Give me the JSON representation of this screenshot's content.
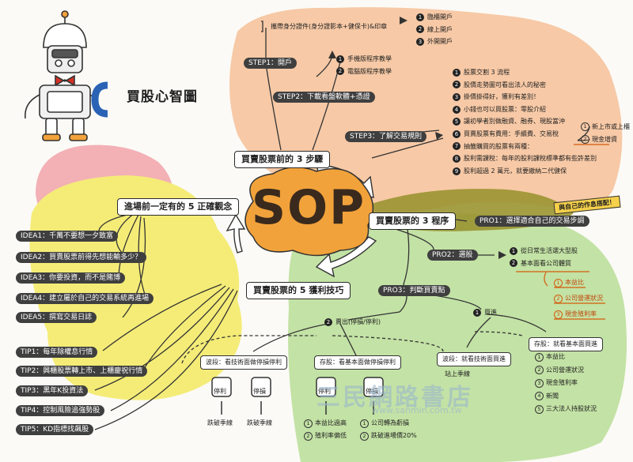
{
  "title": "買股心智圖",
  "center_label": "SOP",
  "branches": {
    "three_steps": "買賣股票前的 3 步驟",
    "three_procedures": "買賣股票的 3 程序",
    "five_concepts": "進場前一定有的 5 正確觀念",
    "five_tips": "買賣股票的 5 獲利技巧"
  },
  "step1": {
    "label": "STEP1：開戶",
    "bring": "攜帶身分證件(身分證影本+健保卡)&印章",
    "options": [
      "臨櫃開戶",
      "線上開戶",
      "外開開戶"
    ]
  },
  "step2": {
    "label": "STEP2：下載看盤軟體+憑證",
    "items": [
      "手機版程序教學",
      "電腦版程序教學"
    ]
  },
  "step3": {
    "label": "STEP3：了解交易規則",
    "items": [
      "股票交割 3 流程",
      "股價走勢圖可看出法人的秘密",
      "掛價掛得好，獲利有差別！",
      "小錢也可以買股票：零股介紹",
      "讓初學者別做融資、融券、現股當沖",
      "買賣股票有費用：手續費、交易稅",
      "抽籤購買的股票有兩種：",
      "股利需課稅：每年的股利課稅標準都有些許差別",
      "股利超過 2 萬元，就要繳納二代健保"
    ],
    "lottery_types": [
      "新上市或上櫃",
      "現金增資"
    ]
  },
  "pro1": {
    "label": "PRO1：選擇適合自己的交易步調",
    "tag": "與自己的作息搭配！"
  },
  "pro2": {
    "label": "PRO2：選股",
    "items": [
      "從日常生活選大型股",
      "基本面看公司體質"
    ],
    "fundamentals": [
      "本益比",
      "公司營運狀況",
      "現金殖利率"
    ]
  },
  "pro3": {
    "label": "PRO3：判斷買賣點",
    "sell": "賣出(停損/停利)",
    "buy": "買進",
    "sell_tech": {
      "title": "波段：看技術面做停損停利",
      "take_profit": "停利",
      "stop_loss": "停損",
      "break1": "跌破季線",
      "break2": "跌破季線"
    },
    "sell_fund": {
      "title": "存股：看基本面做停損停利",
      "take_profit": "停利",
      "stop_loss": "停損",
      "items": [
        "本益比過高",
        "公司轉為虧損",
        "殖利率偏低",
        "跌破進場價20%"
      ]
    },
    "buy_tech": {
      "title": "波段：就看技術面買進",
      "note": "站上季線"
    },
    "buy_fund": {
      "title": "存股：就看基本面買進",
      "items": [
        "本益比",
        "公司營運狀況",
        "現金殖利率",
        "新聞",
        "三大法人持股狀況"
      ]
    }
  },
  "ideas": [
    "IDEA1：千萬不要想一夕致富",
    "IDEA2：買賣股票前得先想能輸多少？",
    "IDEA3：你要投資，而不是賭博",
    "IDEA4：建立屬於自己的交易系統再進場",
    "IDEA5：撰寫交易日誌"
  ],
  "tips": [
    "TIP1：每年除權息行情",
    "TIP2：興櫃股票轉上市、上櫃慶祝行情",
    "TIP3：黑年K投資法",
    "TIP4：控制風險追強勢股",
    "TIP5：KD指標找飆股"
  ],
  "watermark": {
    "text": "三民網路書店",
    "url": "www.sanmin.com.tw"
  },
  "colors": {
    "orange_zone": "#f7c9a6",
    "pink_zone": "#f3b0b5",
    "yellow_zone": "#f4ec77",
    "green_zone": "#c3e2a5",
    "olive_zone": "#9a9332",
    "center": "#f2a23a",
    "accent": "#d35b0c"
  }
}
